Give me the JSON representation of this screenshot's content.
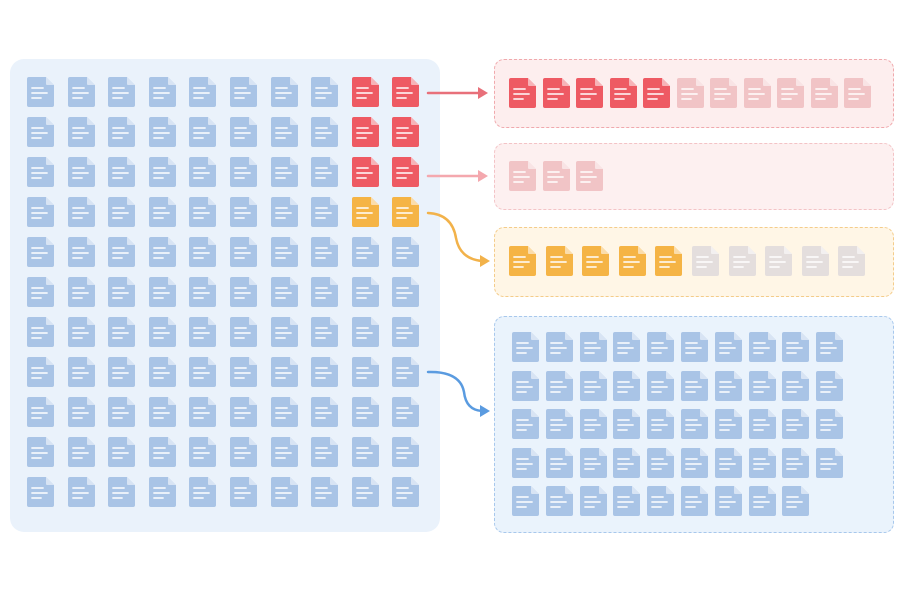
{
  "icon": "document-icon",
  "colors": {
    "source_panel": "#eaf2fb",
    "doc_blue": "#a9c4e6",
    "doc_blue_strong": "#8fb3e0",
    "doc_red": "#ee5a63",
    "doc_orange": "#f5b445",
    "doc_gray": "#e4dedd",
    "doc_pale_red": "#f1c4c6",
    "arrow_red": "#e8707a",
    "arrow_pink": "#f4a8ae",
    "arrow_orange": "#f2b24a",
    "arrow_blue": "#5a9be0",
    "bin_red_bg": "#fdeeee",
    "bin_red_border": "#f0a9ad",
    "bin_pink_bg": "#fdf0f0",
    "bin_pink_border": "#f3c3c6",
    "bin_orange_bg": "#fff6e6",
    "bin_orange_border": "#f4cc8a",
    "bin_blue_bg": "#eaf3fc",
    "bin_blue_border": "#a8c8ec"
  },
  "source_grid": {
    "rows": 11,
    "cols": 10,
    "highlighted": [
      {
        "row": 1,
        "col": 9,
        "kind": "red"
      },
      {
        "row": 1,
        "col": 10,
        "kind": "red"
      },
      {
        "row": 2,
        "col": 9,
        "kind": "red"
      },
      {
        "row": 2,
        "col": 10,
        "kind": "red"
      },
      {
        "row": 3,
        "col": 9,
        "kind": "red"
      },
      {
        "row": 3,
        "col": 10,
        "kind": "red"
      },
      {
        "row": 4,
        "col": 9,
        "kind": "orange"
      },
      {
        "row": 4,
        "col": 10,
        "kind": "orange"
      }
    ]
  },
  "bins": [
    {
      "id": "bin-1",
      "filled": 5,
      "placeholders": 6,
      "fill_kind": "red",
      "placeholder_kind": "pale-red",
      "theme": "red"
    },
    {
      "id": "bin-2",
      "filled": 0,
      "placeholders": 3,
      "fill_kind": "red",
      "placeholder_kind": "pale-red",
      "theme": "pink"
    },
    {
      "id": "bin-3",
      "filled": 5,
      "placeholders": 5,
      "fill_kind": "orange",
      "placeholder_kind": "gray",
      "theme": "orange"
    },
    {
      "id": "bin-4",
      "filled": 49,
      "placeholders": 0,
      "fill_kind": "blue",
      "placeholder_kind": "none",
      "theme": "blue",
      "per_row": 10
    }
  ],
  "arrows": [
    {
      "target": "bin-1",
      "color_key": "arrow_red"
    },
    {
      "target": "bin-2",
      "color_key": "arrow_pink"
    },
    {
      "target": "bin-3",
      "color_key": "arrow_orange"
    },
    {
      "target": "bin-4",
      "color_key": "arrow_blue"
    }
  ]
}
